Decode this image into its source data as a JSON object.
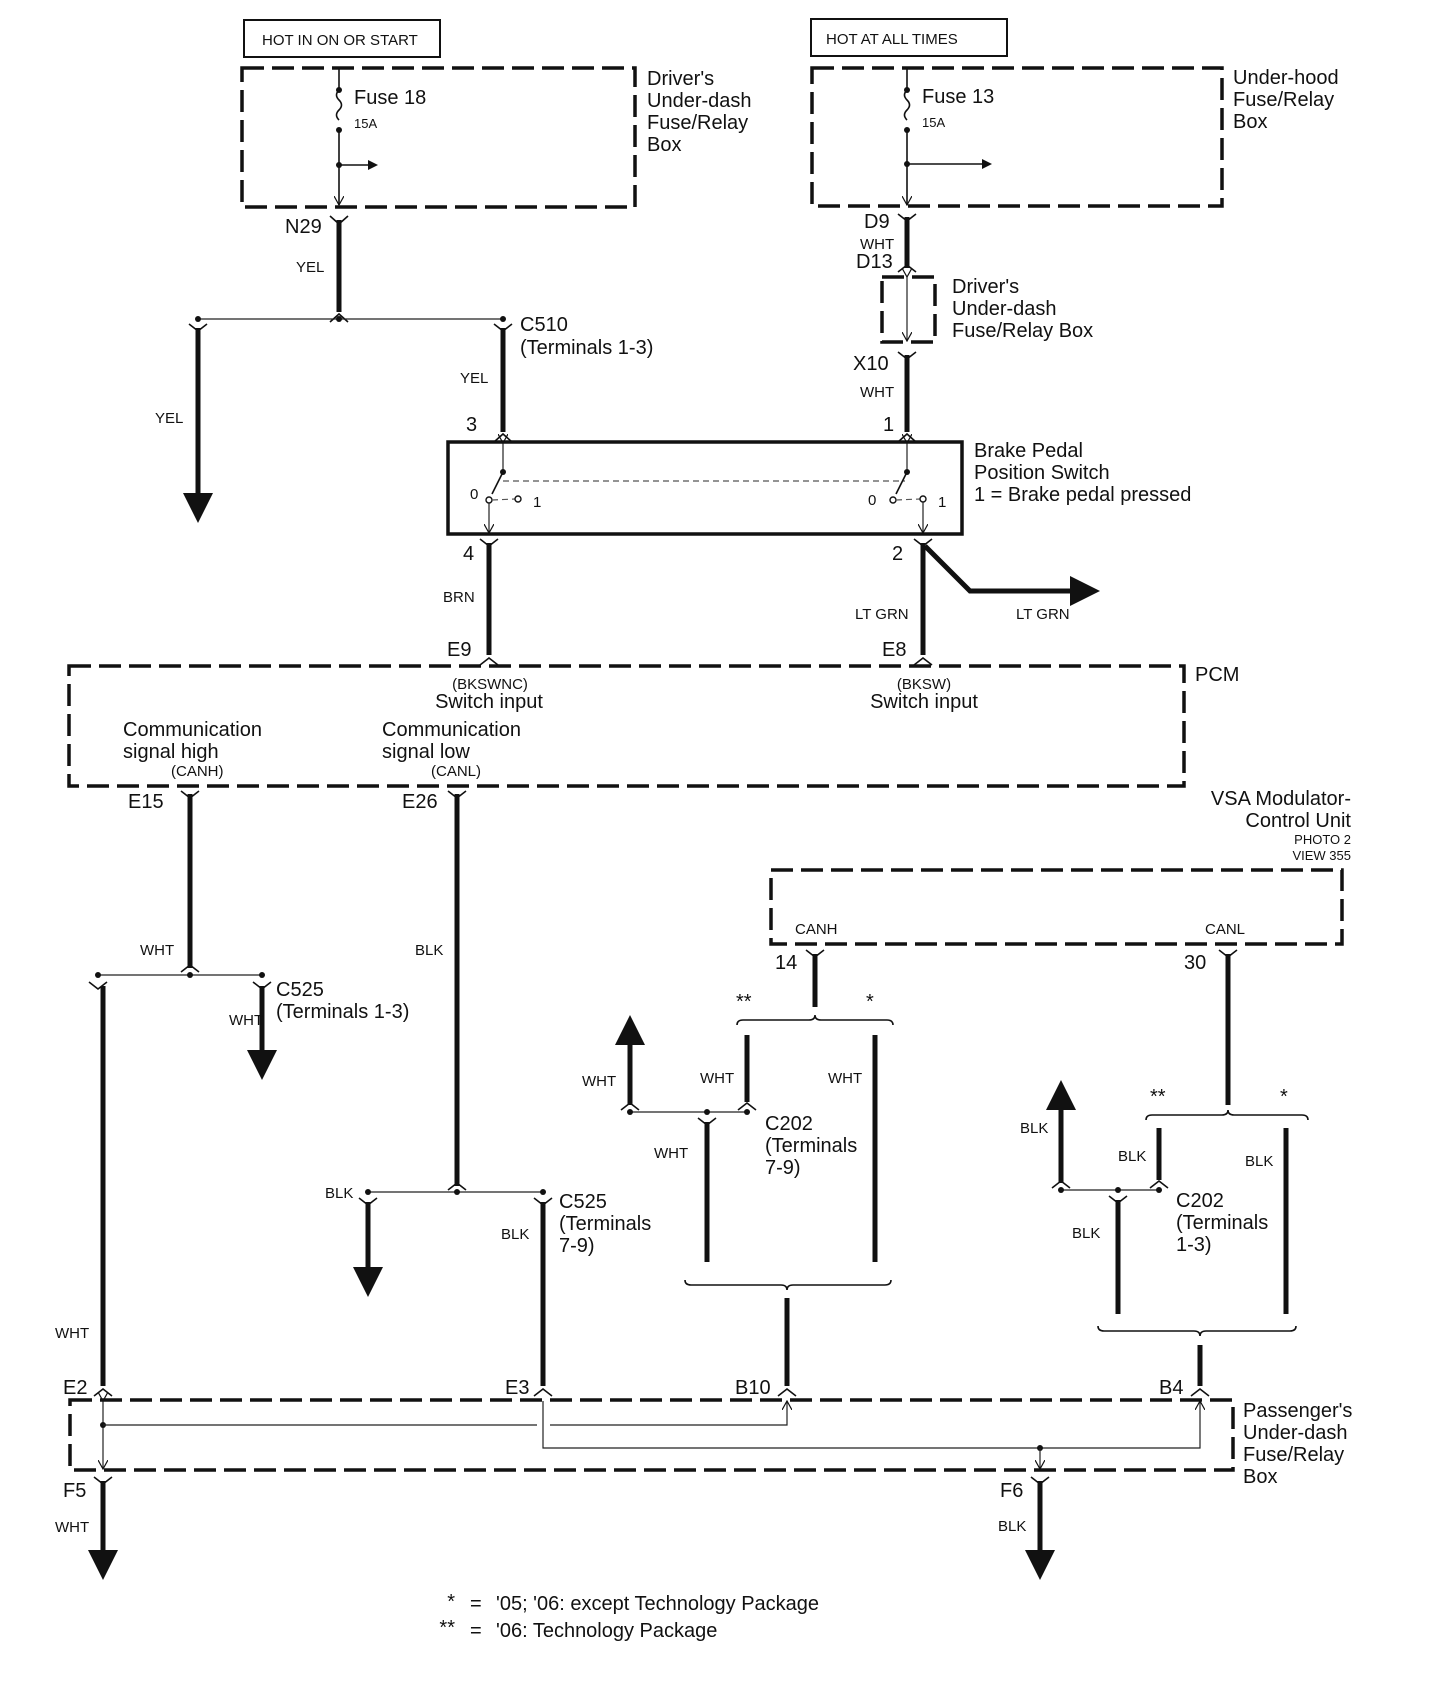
{
  "diagram": {
    "power_sources": {
      "left_label": "HOT IN ON OR START",
      "right_label": "HOT AT ALL TIMES"
    },
    "components": {
      "drivers_fuse_box": {
        "line1": "Driver's",
        "line2": "Under-dash",
        "line3": "Fuse/Relay",
        "line4": "Box"
      },
      "fuse18": {
        "name": "Fuse 18",
        "rating": "15A"
      },
      "underhood_fuse_box": {
        "line1": "Under-hood",
        "line2": "Fuse/Relay",
        "line3": "Box"
      },
      "fuse13": {
        "name": "Fuse 13",
        "rating": "15A"
      },
      "drivers_fuse_box_2": {
        "line1": "Driver's",
        "line2": "Under-dash",
        "line3": "Fuse/Relay Box"
      },
      "c510": {
        "name": "C510",
        "terminals": "(Terminals 1-3)"
      },
      "brake_switch": {
        "line1": "Brake Pedal",
        "line2": "Position Switch",
        "line3": "1 = Brake pedal pressed",
        "pos0_left": "0",
        "pos1_left": "1",
        "pos0_right": "0",
        "pos1_right": "1",
        "pin3": "3",
        "pin1": "1",
        "pin4": "4",
        "pin2": "2"
      },
      "pcm": {
        "name": "PCM",
        "bkswnc": "(BKSWNC)",
        "bkswnc_label": "Switch input",
        "bksw": "(BKSW)",
        "bksw_label": "Switch input",
        "canh_line1": "Communication",
        "canh_line2": "signal high",
        "canh": "(CANH)",
        "canl_line1": "Communication",
        "canl_line2": "signal low",
        "canl": "(CANL)"
      },
      "vsa": {
        "line1": "VSA Modulator-",
        "line2": "Control Unit",
        "photo": "PHOTO 2",
        "view": "VIEW 355",
        "canh": "CANH",
        "canl": "CANL",
        "pin14": "14",
        "pin30": "30"
      },
      "c525_a": {
        "name": "C525",
        "terminals": "(Terminals 1-3)"
      },
      "c525_b": {
        "name": "C525",
        "line2": "(Terminals",
        "line3": "7-9)"
      },
      "c202_a": {
        "name": "C202",
        "line2": "(Terminals",
        "line3": "7-9)"
      },
      "c202_b": {
        "name": "C202",
        "line2": "(Terminals",
        "line3": "1-3)"
      },
      "passenger_fuse_box": {
        "line1": "Passenger's",
        "line2": "Under-dash",
        "line3": "Fuse/Relay",
        "line4": "Box"
      }
    },
    "connectors": {
      "n29": "N29",
      "d9": "D9",
      "d13": "D13",
      "x10": "X10",
      "e9": "E9",
      "e8": "E8",
      "e15": "E15",
      "e26": "E26",
      "e2": "E2",
      "e3": "E3",
      "b10": "B10",
      "b4": "B4",
      "f5": "F5",
      "f6": "F6"
    },
    "wire_colors": {
      "yel_main": "YEL",
      "yel_left": "YEL",
      "yel_c510": "YEL",
      "wht_d9": "WHT",
      "wht_x10": "WHT",
      "brn": "BRN",
      "ltgrn_main": "LT GRN",
      "ltgrn_branch": "LT GRN",
      "wht_e15": "WHT",
      "wht_c525": "WHT",
      "wht_e2": "WHT",
      "blk_e26": "BLK",
      "blk_left": "BLK",
      "blk_c525": "BLK",
      "wht_up": "WHT",
      "wht_tech": "WHT",
      "wht_std": "WHT",
      "wht_c202": "WHT",
      "blk_up": "BLK",
      "blk_tech": "BLK",
      "blk_std": "BLK",
      "blk_c202": "BLK",
      "wht_f5": "WHT",
      "blk_f6": "BLK"
    },
    "variant_marks": {
      "tech_left": "**",
      "std_left": "*",
      "tech_right": "**",
      "std_right": "*"
    },
    "legend": [
      {
        "mark": "*",
        "eq": "=",
        "text": "'05; '06: except Technology Package"
      },
      {
        "mark": "**",
        "eq": "=",
        "text": "'06: Technology Package"
      }
    ]
  }
}
